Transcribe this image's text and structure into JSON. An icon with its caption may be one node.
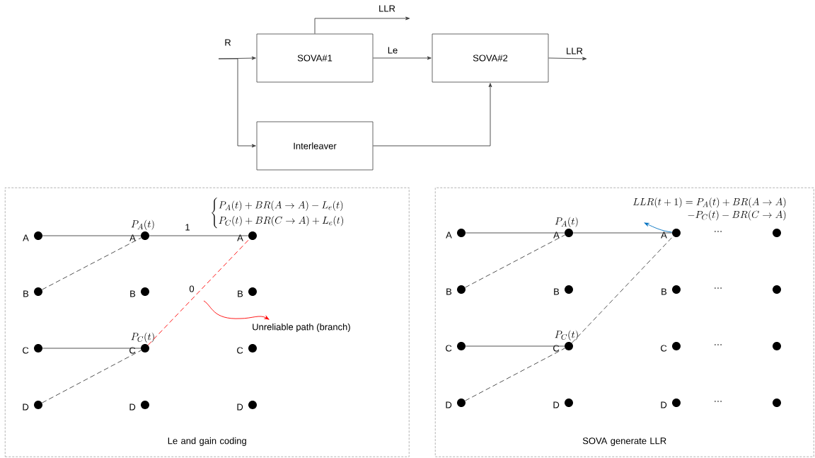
{
  "diagram": {
    "nodes": [
      {
        "text": [
          "SOVA#1"
        ]
      },
      {
        "text": [
          "SOVA#2"
        ]
      },
      {
        "text": [
          "Interleaver"
        ]
      },
      {
        "text": [
          "Le and gain coding"
        ]
      },
      {
        "text": [],
        "shape": "circle",
        "beside": [
          "A"
        ],
        "in": 3
      },
      {
        "text": [],
        "shape": "circle",
        "beside": [
          "A",
          "P_A(t)"
        ],
        "in": 3
      },
      {
        "text": [],
        "shape": "circle",
        "beside": [
          "A"
        ],
        "in": 3
      },
      {
        "text": [],
        "shape": "circle",
        "beside": [
          "B"
        ],
        "in": 3
      },
      {
        "text": [],
        "shape": "circle",
        "beside": [
          "B"
        ],
        "in": 3
      },
      {
        "text": [],
        "shape": "circle",
        "beside": [
          "B"
        ],
        "in": 3
      },
      {
        "text": [],
        "shape": "circle",
        "beside": [
          "C"
        ],
        "in": 3
      },
      {
        "text": [],
        "shape": "circle",
        "beside": [
          "C",
          "P_C(t)"
        ],
        "in": 3
      },
      {
        "text": [],
        "shape": "circle",
        "beside": [
          "C"
        ],
        "in": 3
      },
      {
        "text": [],
        "shape": "circle",
        "beside": [
          "D"
        ],
        "in": 3
      },
      {
        "text": [],
        "shape": "circle",
        "beside": [
          "D"
        ],
        "in": 3
      },
      {
        "text": [],
        "shape": "circle",
        "beside": [
          "D"
        ],
        "in": 3
      },
      {
        "text": [
          "Unreliable path (branch)"
        ],
        "in": 3
      },
      {
        "text": [
          "SOVA generate LLR"
        ]
      },
      {
        "text": [],
        "shape": "circle",
        "beside": [
          "A"
        ],
        "in": 17
      },
      {
        "text": [],
        "shape": "circle",
        "beside": [
          "A",
          "P_A(t)"
        ],
        "in": 17
      },
      {
        "text": [],
        "shape": "circle",
        "beside": [
          "A"
        ],
        "in": 17
      },
      {
        "text": [],
        "shape": "circle",
        "in": 17
      },
      {
        "text": [],
        "shape": "circle",
        "beside": [
          "B"
        ],
        "in": 17
      },
      {
        "text": [],
        "shape": "circle",
        "beside": [
          "B"
        ],
        "in": 17
      },
      {
        "text": [],
        "shape": "circle",
        "beside": [
          "B"
        ],
        "in": 17
      },
      {
        "text": [],
        "shape": "circle",
        "in": 17
      },
      {
        "text": [],
        "shape": "circle",
        "beside": [
          "C"
        ],
        "in": 17
      },
      {
        "text": [],
        "shape": "circle",
        "beside": [
          "C",
          "P_C(t)"
        ],
        "in": 17
      },
      {
        "text": [],
        "shape": "circle",
        "beside": [
          "C"
        ],
        "in": 17
      },
      {
        "text": [],
        "shape": "circle",
        "in": 17
      },
      {
        "text": [],
        "shape": "circle",
        "beside": [
          "D"
        ],
        "in": 17
      },
      {
        "text": [],
        "shape": "circle",
        "beside": [
          "D"
        ],
        "in": 17
      },
      {
        "text": [],
        "shape": "circle",
        "beside": [
          "D"
        ],
        "in": 17
      },
      {
        "text": [],
        "shape": "circle",
        "in": 17
      },
      {
        "text": [
          "\\begin{array}{r}LLR(t+1)=P_A(t)+BR(A\\to A)\\\\ -P_C(t)-BR(C\\to A)\\end{array}"
        ],
        "in": 17
      }
    ],
    "edges": [
      {
        "from": null,
        "to": 0,
        "arrow": "to",
        "label": "R"
      },
      {
        "from": null,
        "to": 2,
        "arrow": "to"
      },
      {
        "from": 0,
        "to": null,
        "arrow": "to",
        "label": "LLR"
      },
      {
        "from": 0,
        "to": 1,
        "arrow": "to",
        "label": "Le"
      },
      {
        "from": 1,
        "to": null,
        "arrow": "to",
        "label": "LLR"
      },
      {
        "from": 2,
        "to": 1,
        "arrow": "to"
      },
      {
        "from": 4,
        "to": 5,
        "arrow": "none"
      },
      {
        "from": 7,
        "to": 5,
        "arrow": "none",
        "style": "dashed"
      },
      {
        "from": 5,
        "to": 6,
        "arrow": "none",
        "label": "1"
      },
      {
        "from": 11,
        "to": 6,
        "arrow": "none",
        "style": "dashed",
        "color": "#ff0000",
        "label": "0"
      },
      {
        "from": 10,
        "to": 11,
        "arrow": "none"
      },
      {
        "from": 13,
        "to": 11,
        "arrow": "none",
        "style": "dashed"
      },
      {
        "from": null,
        "to": 16,
        "arrow": "to",
        "color": "#ff0000"
      },
      {
        "from": 18,
        "to": 19,
        "arrow": "none"
      },
      {
        "from": 22,
        "to": 19,
        "arrow": "none",
        "style": "dashed"
      },
      {
        "from": 19,
        "to": 20,
        "arrow": "none"
      },
      {
        "from": 27,
        "to": 20,
        "arrow": "none",
        "style": "dashed"
      },
      {
        "from": 26,
        "to": 27,
        "arrow": "none"
      },
      {
        "from": 30,
        "to": 27,
        "arrow": "none",
        "style": "dashed"
      },
      {
        "from": 20,
        "to": 34,
        "arrow": "to",
        "color": "#0070c0"
      }
    ],
    "labels": [
      "\\begin{cases}P_A(t)+BR(A\\to A)-L_e(t)\\\\ P_C(t)+BR(C\\to A)+L_e(t)\\end{cases}",
      "…",
      "…",
      "…",
      "…"
    ]
  }
}
